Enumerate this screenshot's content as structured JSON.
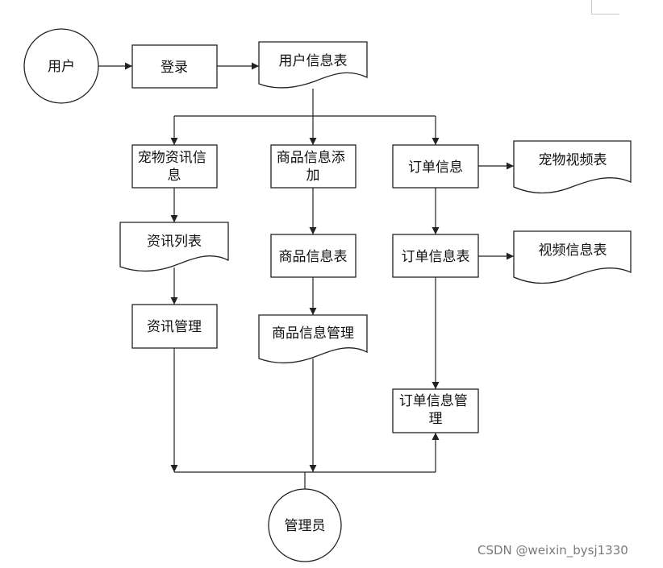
{
  "nodes": {
    "user": "用户",
    "login": "登录",
    "user_info_table": "用户信息表",
    "pet_news_info": [
      "宠物资讯信",
      "息"
    ],
    "product_info_add": [
      "商品信息添",
      "加"
    ],
    "order_info": "订单信息",
    "pet_video_table": "宠物视频表",
    "news_list_table": "资讯列表",
    "product_info_table": "商品信息表",
    "order_info_table": "订单信息表",
    "video_info_table": "视频信息表",
    "news_management": "资讯管理",
    "product_info_management": "商品信息管理",
    "order_info_management": [
      "订单信息管",
      "理"
    ],
    "admin": "管理员"
  },
  "watermark": "CSDN @weixin_bysj1330",
  "colors": {
    "line": "#222222",
    "fill": "#ffffff",
    "text": "#111111",
    "watermark": "#7a7a7a"
  }
}
